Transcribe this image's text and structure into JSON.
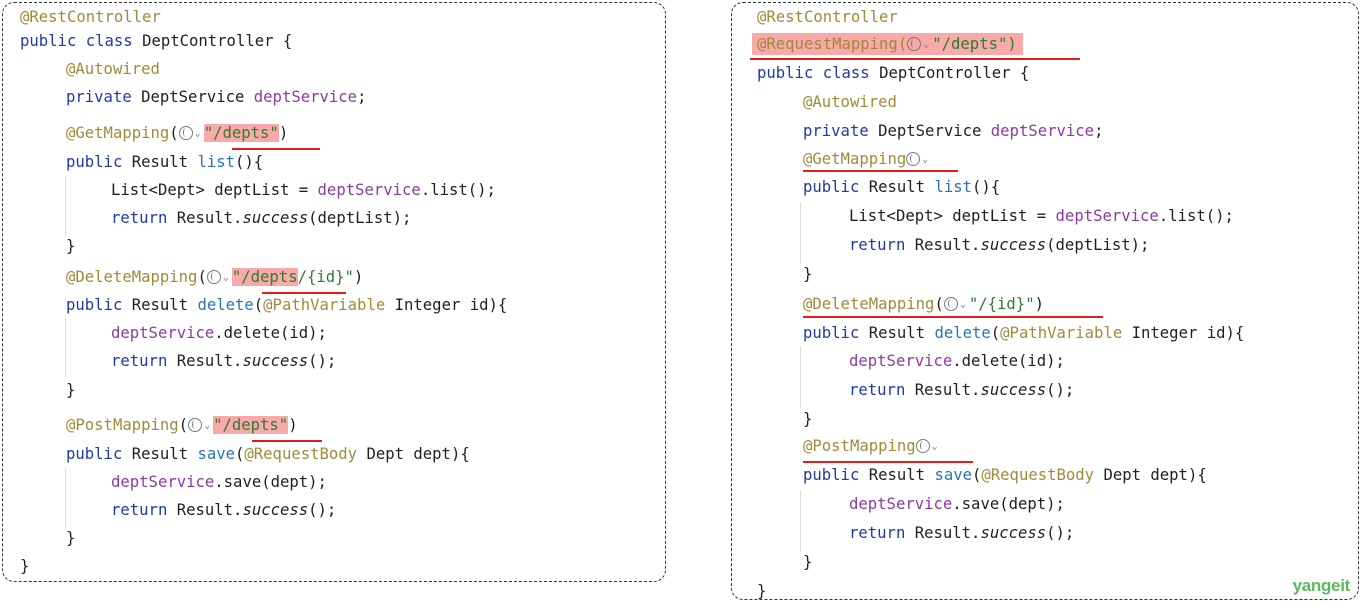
{
  "left": {
    "rest_controller": "@RestController",
    "class_kw": "public class ",
    "class_name": "DeptController {",
    "autowired": "@Autowired",
    "private_kw": "private ",
    "service_type": "DeptService ",
    "service_field": "deptService",
    "semi": ";",
    "get_annotation": "@GetMapping",
    "open_paren": "(",
    "get_path": "\"/depts\"",
    "close_paren": ")",
    "public_kw": "public ",
    "result_type": "Result ",
    "list_method": "list",
    "list_parens": "(){",
    "list_decl": "List<Dept> deptList = ",
    "dot_list_call": ".list();",
    "return_kw": "return ",
    "result_dot": "Result.",
    "success": "success",
    "success_args_list": "(deptList);",
    "close_brace": "}",
    "delete_annotation": "@DeleteMapping",
    "delete_path_depts": "\"/depts",
    "delete_path_id": "/{id}\"",
    "delete_method": "delete",
    "path_variable": "@PathVariable",
    "delete_params": " Integer id){",
    "dot_delete_call": ".delete(id);",
    "success_args_empty": "();",
    "post_annotation": "@PostMapping",
    "post_path": "\"/depts\"",
    "save_method": "save",
    "request_body": "@RequestBody",
    "save_params": " Dept dept){",
    "dot_save_call": ".save(dept);",
    "paren_open_only": "("
  },
  "right": {
    "rest_controller": "@RestController",
    "request_mapping_annotation": "@RequestMapping(",
    "request_mapping_path": "\"/depts\")",
    "class_kw": "public class ",
    "class_name": "DeptController {",
    "autowired": "@Autowired",
    "private_kw": "private ",
    "service_type": "DeptService ",
    "service_field": "deptService",
    "semi": ";",
    "get_annotation": "@GetMapping",
    "public_kw": "public ",
    "result_type": "Result ",
    "list_method": "list",
    "list_parens": "(){",
    "list_decl": "List<Dept> deptList = ",
    "dot_list_call": ".list();",
    "return_kw": "return ",
    "result_dot": "Result.",
    "success": "success",
    "success_args_list": "(deptList);",
    "close_brace": "}",
    "delete_annotation": "@DeleteMapping",
    "open_paren": "(",
    "delete_path": "\"/{id}\"",
    "close_paren": ")",
    "delete_method": "delete",
    "path_variable": "@PathVariable",
    "delete_params": " Integer id){",
    "dot_delete_call": ".delete(id);",
    "success_args_empty": "();",
    "post_annotation": "@PostMapping",
    "save_method": "save",
    "request_body": "@RequestBody",
    "save_params": " Dept dept){",
    "dot_save_call": ".save(dept);",
    "paren_open_only": "("
  },
  "icons": [
    "globe-icon",
    "chevron-down-icon"
  ],
  "colors": {
    "keyword": "#1f3aa8",
    "annotation": "#a08a3a",
    "field": "#8e3aa0",
    "method": "#2a74b5",
    "string": "#2e7d32",
    "highlight": "#f8a9a9",
    "underline": "#e01d1d"
  },
  "watermark": "yangeit"
}
